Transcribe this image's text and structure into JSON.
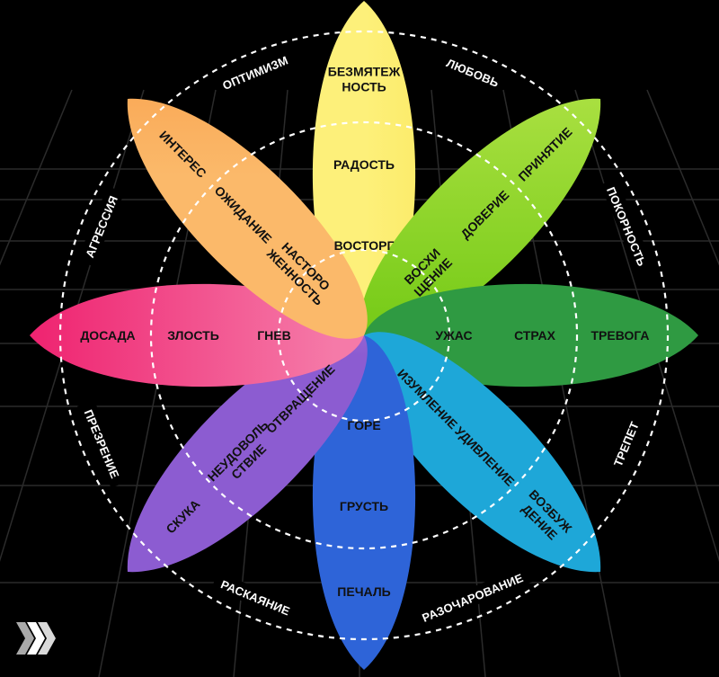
{
  "petals": [
    {
      "id": "yellow",
      "color_outer": "#fdf07a",
      "color_inner": "#f6d51a",
      "emotions": [
        [
          "БЕЗМЯТЕЖ",
          "НОСТЬ"
        ],
        [
          "РАДОСТЬ"
        ],
        [
          "ВОСТОРГ"
        ]
      ]
    },
    {
      "id": "green",
      "color_outer": "#c3ea55",
      "color_inner": "#79cc1a",
      "emotions": [
        [
          "ПРИНЯТИЕ"
        ],
        [
          "ДОВЕРИЕ"
        ],
        [
          "ВОСХИ",
          "ЩЕНИЕ"
        ]
      ]
    },
    {
      "id": "darkgreen",
      "color_outer": "#a6e4b0",
      "color_inner": "#2f9a42",
      "emotions": [
        [
          "ТРЕВОГА"
        ],
        [
          "СТРАХ"
        ],
        [
          "УЖАС"
        ]
      ]
    },
    {
      "id": "cyan",
      "color_outer": "#b3edf8",
      "color_inner": "#1ea7d8",
      "emotions": [
        [
          "ВОЗБУЖ",
          "ДЕНИЕ"
        ],
        [
          "УДИВЛЕНИЕ"
        ],
        [
          "ИЗУМЛЕНИЕ"
        ]
      ]
    },
    {
      "id": "blue",
      "color_outer": "#9fb8fa",
      "color_inner": "#2e64d8",
      "emotions": [
        [
          "ПЕЧАЛЬ"
        ],
        [
          "ГРУСТЬ"
        ],
        [
          "ГОРЕ"
        ]
      ]
    },
    {
      "id": "purple",
      "color_outer": "#efd3fb",
      "color_inner": "#8c5cd1",
      "emotions": [
        [
          "СКУКА"
        ],
        [
          "НЕУДОВОЛЬ",
          "СТВИЕ"
        ],
        [
          "ОТВРАЩЕНИЕ"
        ]
      ]
    },
    {
      "id": "pink",
      "color_outer": "#f57aa8",
      "color_inner": "#ee1a6a",
      "emotions": [
        [
          "ДОСАДА"
        ],
        [
          "ЗЛОСТЬ"
        ],
        [
          "ГНЕВ"
        ]
      ]
    },
    {
      "id": "orange",
      "color_outer": "#fbb96a",
      "color_inner": "#f47d22",
      "emotions": [
        [
          "ИНТЕРЕС"
        ],
        [
          "ОЖИДАНИЕ"
        ],
        [
          "НАСТОРО",
          "ЖЕННОСТЬ"
        ]
      ]
    }
  ],
  "combinations": [
    "ЛЮБОВЬ",
    "ПОКОРНОСТЬ",
    "ТРЕПЕТ",
    "РАЗОЧАРОВАНИЕ",
    "РАСКАЯНИЕ",
    "ПРЕЗРЕНИЕ",
    "АГРЕССИЯ",
    "ОПТИМИЗМ"
  ],
  "colors": {
    "background": "#000000",
    "grid": "#2b2b2b",
    "dashed_ring": "#ffffff"
  },
  "logo": {
    "icon": "diamond-logo-icon"
  }
}
